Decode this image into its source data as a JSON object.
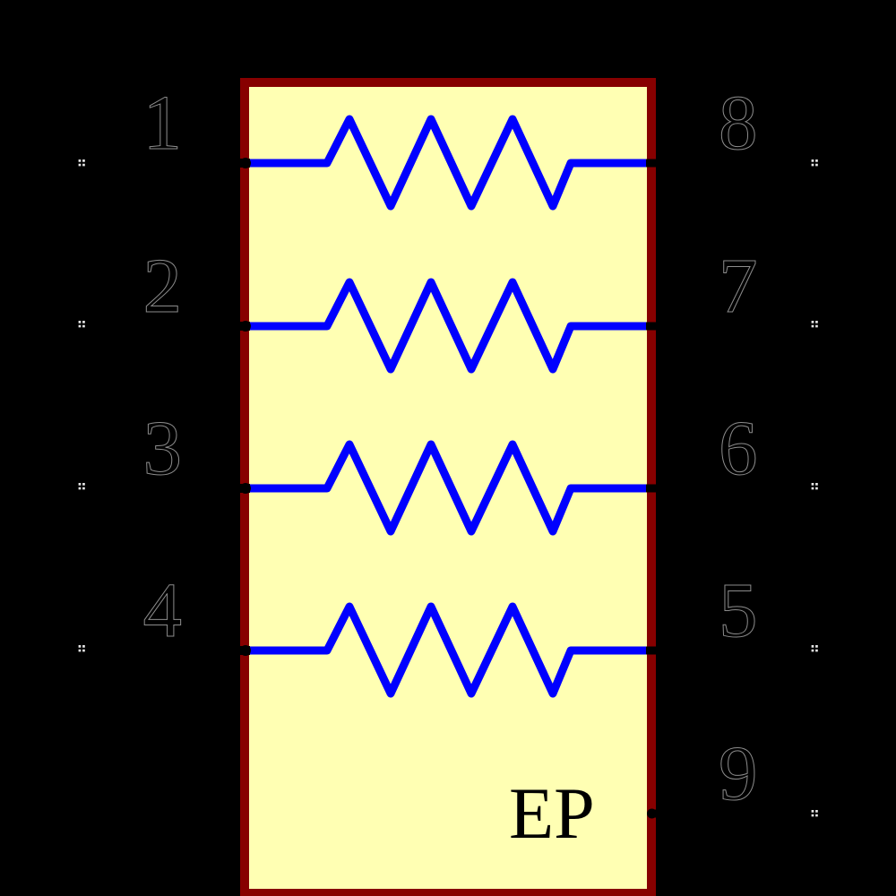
{
  "canvas": {
    "background_color": "#000000"
  },
  "symbol": {
    "label": "EP",
    "body_fill": "#FFFFB3",
    "body_stroke": "#870000",
    "resistor_color": "#0000FF",
    "resistor_count": 4,
    "pin_wire_color": "#000000",
    "pin_number_color": "#000000",
    "pin_number_outline_color": "#8C8C8C",
    "pin_marker_color": "#E6E6E6"
  },
  "pins": {
    "left": [
      {
        "number": "1"
      },
      {
        "number": "2"
      },
      {
        "number": "3"
      },
      {
        "number": "4"
      }
    ],
    "right": [
      {
        "number": "8"
      },
      {
        "number": "7"
      },
      {
        "number": "6"
      },
      {
        "number": "5"
      }
    ],
    "exposed_pad": {
      "number": "9"
    }
  }
}
